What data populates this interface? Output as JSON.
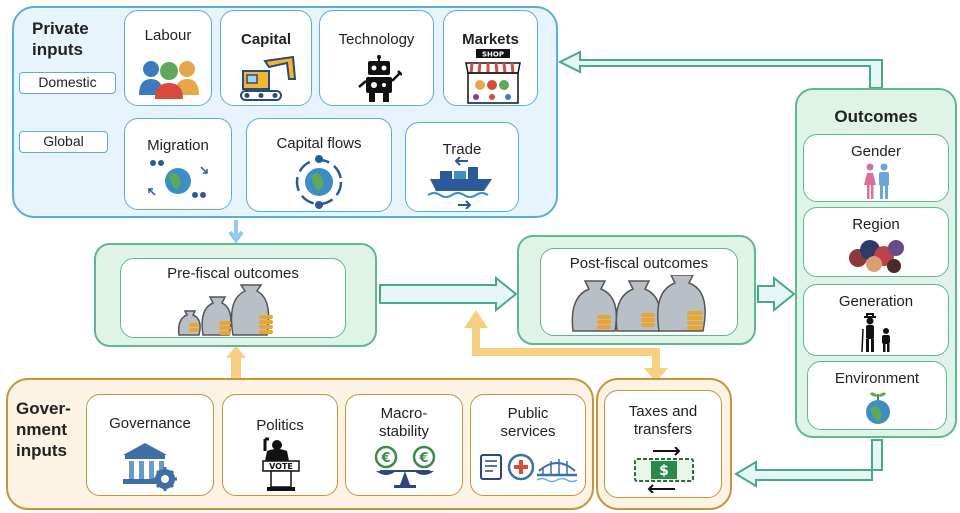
{
  "private_inputs": {
    "title_line1": "Private",
    "title_line2": "inputs",
    "domestic_label": "Domestic",
    "global_label": "Global",
    "domestic": [
      {
        "label": "Labour",
        "icon": "people-icon"
      },
      {
        "label": "Capital",
        "icon": "excavator-icon"
      },
      {
        "label": "Technology",
        "icon": "robot-icon"
      },
      {
        "label": "Markets",
        "icon": "shop-icon",
        "sign": "SHOP"
      }
    ],
    "global": [
      {
        "label": "Migration",
        "icon": "globe-people-icon"
      },
      {
        "label": "Capital flows",
        "icon": "globe-currency-icon"
      },
      {
        "label": "Trade",
        "icon": "cargo-ship-icon"
      }
    ]
  },
  "pre_fiscal": {
    "label": "Pre-fiscal outcomes",
    "icon": "money-bags-icon"
  },
  "post_fiscal": {
    "label": "Post-fiscal outcomes",
    "icon": "money-bags-icon"
  },
  "outcomes": {
    "title": "Outcomes",
    "items": [
      {
        "label": "Gender",
        "icon": "gender-icon"
      },
      {
        "label": "Region",
        "icon": "people-heads-icon"
      },
      {
        "label": "Generation",
        "icon": "elder-child-icon"
      },
      {
        "label": "Environment",
        "icon": "earth-plant-icon"
      }
    ]
  },
  "government_inputs": {
    "title_line1": "Gover-",
    "title_line2": "nment",
    "title_line3": "inputs",
    "items": [
      {
        "label": "Governance",
        "icon": "institution-gear-icon"
      },
      {
        "label": "Politics",
        "icon": "vote-icon",
        "sign": "VOTE"
      },
      {
        "label_line1": "Macro-",
        "label_line2": "stability",
        "icon": "balance-scale-icon",
        "coin": "€"
      },
      {
        "label_line1": "Public",
        "label_line2": "services",
        "icon": "services-icon"
      }
    ]
  },
  "taxes": {
    "label_line1": "Taxes and",
    "label_line2": "transfers",
    "icon": "banknote-transfer-icon",
    "currency": "$"
  },
  "colors": {
    "blue": "#5aaedc",
    "green": "#5fb894",
    "gold": "#c79438",
    "arrow_teal_fill": "#e6f7f3",
    "arrow_teal_stroke": "#45a98c",
    "arrow_gold": "#f6cf80"
  }
}
